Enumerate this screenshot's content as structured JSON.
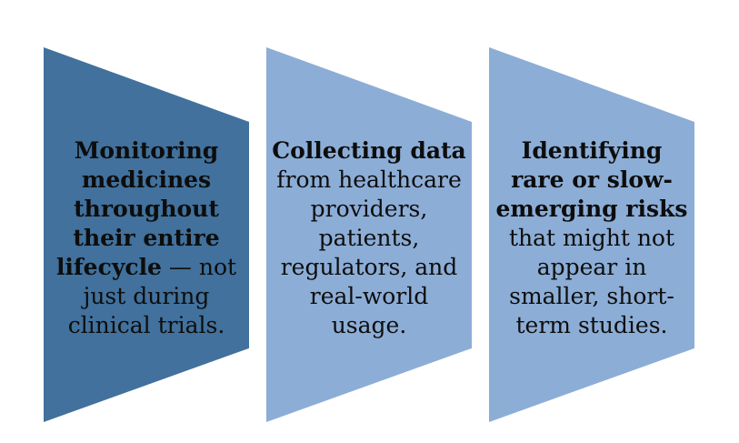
{
  "background": "#ffffff",
  "text_color": "#0d0d0d",
  "panels": [
    {
      "name": "monitoring-medicines",
      "fill": "#41719C",
      "lines": [
        {
          "bold": "Monitoring",
          "regular": ""
        },
        {
          "bold": "medicines",
          "regular": ""
        },
        {
          "bold": "throughout",
          "regular": ""
        },
        {
          "bold": "their entire",
          "regular": ""
        },
        {
          "bold": "lifecycle",
          "regular": " — not"
        },
        {
          "bold": "",
          "regular": "just during"
        },
        {
          "bold": "",
          "regular": "clinical trials."
        }
      ]
    },
    {
      "name": "collecting-data",
      "fill": "#8CADD6",
      "lines": [
        {
          "bold": "Collecting data",
          "regular": ""
        },
        {
          "bold": "",
          "regular": "from healthcare"
        },
        {
          "bold": "",
          "regular": "providers,"
        },
        {
          "bold": "",
          "regular": "patients,"
        },
        {
          "bold": "",
          "regular": "regulators, and"
        },
        {
          "bold": "",
          "regular": "real-world"
        },
        {
          "bold": "",
          "regular": "usage."
        }
      ]
    },
    {
      "name": "identifying-risks",
      "fill": "#8CADD6",
      "lines": [
        {
          "bold": "Identifying",
          "regular": ""
        },
        {
          "bold": "rare or slow-",
          "regular": ""
        },
        {
          "bold": "emerging risks",
          "regular": ""
        },
        {
          "bold": "",
          "regular": "that might not"
        },
        {
          "bold": "",
          "regular": "appear in"
        },
        {
          "bold": "",
          "regular": "smaller, short-"
        },
        {
          "bold": "",
          "regular": "term studies."
        }
      ]
    }
  ]
}
